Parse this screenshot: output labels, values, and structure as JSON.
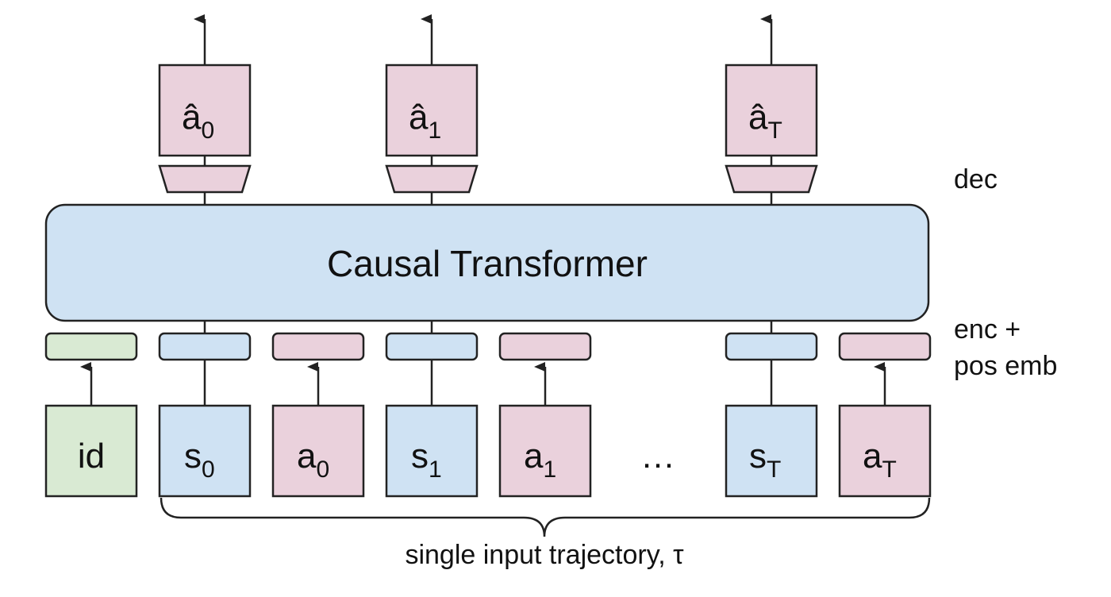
{
  "transformer_label": "Causal Transformer",
  "side_labels": {
    "dec": "dec",
    "enc_line1": "enc +",
    "enc_line2": "pos emb"
  },
  "outputs": [
    {
      "base": "â",
      "sub": "0"
    },
    {
      "base": "â",
      "sub": "1"
    },
    {
      "base": "â",
      "sub": "T"
    }
  ],
  "inputs": [
    {
      "base": "id",
      "sub": "",
      "kind": "id"
    },
    {
      "base": "s",
      "sub": "0",
      "kind": "state"
    },
    {
      "base": "a",
      "sub": "0",
      "kind": "action"
    },
    {
      "base": "s",
      "sub": "1",
      "kind": "state"
    },
    {
      "base": "a",
      "sub": "1",
      "kind": "action"
    },
    {
      "base": "s",
      "sub": "T",
      "kind": "state"
    },
    {
      "base": "a",
      "sub": "T",
      "kind": "action"
    }
  ],
  "ellipsis": "…",
  "caption": "single input trajectory, τ",
  "colors": {
    "pink": "#ead1dc",
    "blue": "#cfe2f3",
    "green": "#d9ead3",
    "stroke": "#222222"
  }
}
